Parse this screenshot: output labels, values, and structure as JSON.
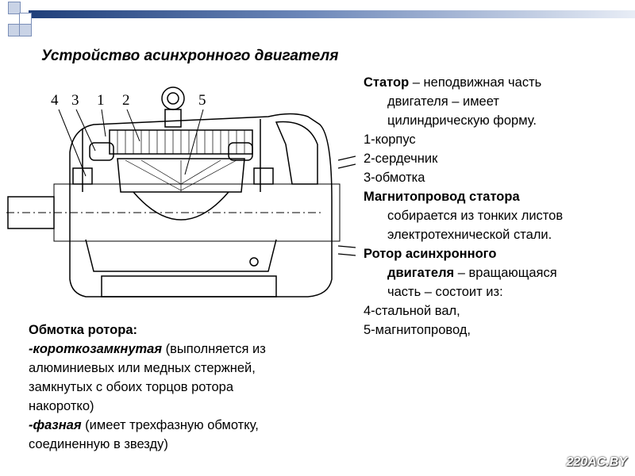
{
  "colors": {
    "bar_dark": "#1f3f7a",
    "bar_mid": "#6b86b8",
    "bar_light": "#c9d3e6",
    "square_fill": "#c9d3e6",
    "square_border": "#7b8fb8"
  },
  "slide": {
    "title": "Устройство асинхронного двигателя"
  },
  "diagram": {
    "labels": [
      "4",
      "3",
      "1",
      "2",
      "5"
    ]
  },
  "stator_text": {
    "stator_term": "Статор",
    "stator_rest1": " – неподвижная часть",
    "stator_line2": "двигателя – имеет",
    "stator_line3": "цилиндрическую форму.",
    "item1": "1-корпус",
    "item2": "2-сердечник",
    "item3": "3-обмотка",
    "magnet_term": "Магнитопровод статора",
    "magnet_line2": "собирается из тонких листов",
    "magnet_line3": "электротехнической стали.",
    "rotor_term": "Ротор асинхронного",
    "rotor_term2": "двигателя",
    "rotor_rest": " – вращающаяся",
    "rotor_line3": "часть – состоит из:",
    "item4": "4-стальной вал,",
    "item5": "5-магнитопровод,"
  },
  "rotor_winding_text": {
    "heading": "Обмотка ротора:",
    "short_term": "-короткозамкнутая",
    "short_rest": " (выполняется из",
    "line2": "алюминиевых или медных стержней,",
    "line3": "замкнутых с обоих торцов ротора",
    "line4": "накоротко)",
    "phase_term": "-фазная",
    "phase_rest": " (имеет трехфазную обмотку,",
    "line6": "соединенную в звезду)"
  },
  "watermark": "220AC.BY"
}
